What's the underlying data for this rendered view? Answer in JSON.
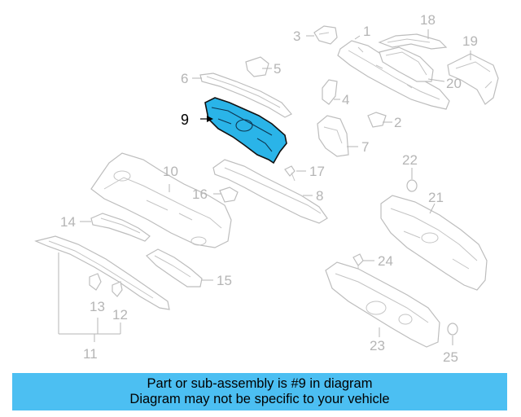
{
  "diagram": {
    "callouts": [
      "1",
      "2",
      "3",
      "4",
      "5",
      "6",
      "7",
      "8",
      "9",
      "10",
      "11",
      "12",
      "13",
      "14",
      "15",
      "16",
      "17",
      "18",
      "19",
      "20",
      "21",
      "22",
      "23",
      "24",
      "25"
    ],
    "highlighted_callout": "9"
  },
  "banner": {
    "line1": "Part or sub-assembly is #9 in diagram",
    "line2": "Diagram may not be specific to your vehicle",
    "color": "#4cbff2"
  },
  "colors": {
    "highlight_part": "#2ab4e8",
    "line_gray": "#bdbdbd"
  }
}
